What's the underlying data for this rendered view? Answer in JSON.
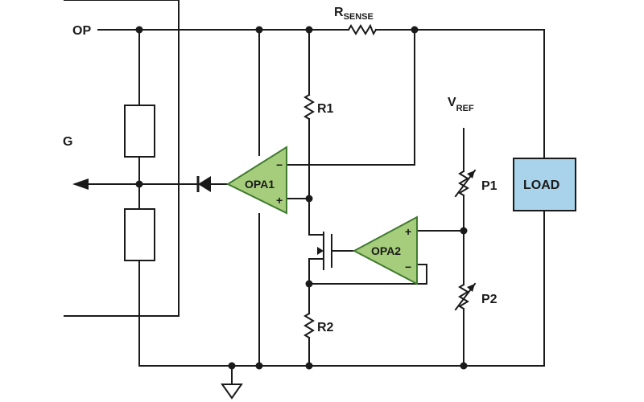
{
  "labels": {
    "op": "OP",
    "rsense_main": "R",
    "rsense_sub": "SENSE",
    "vref_main": "V",
    "vref_sub": "REF",
    "r1": "R1",
    "r2": "R2",
    "p1": "P1",
    "p2": "P2",
    "opa1": "OPA1",
    "opa2": "OPA2",
    "load": "LOAD",
    "cut_letter": "G",
    "plus": "+",
    "minus": "−"
  },
  "colors": {
    "wire": "#1a1a1a",
    "opamp_fill": "#a6cd7c",
    "opamp_stroke": "#3f7a2e",
    "load_fill": "#a9d3ea",
    "load_stroke": "#1a1a1a"
  }
}
